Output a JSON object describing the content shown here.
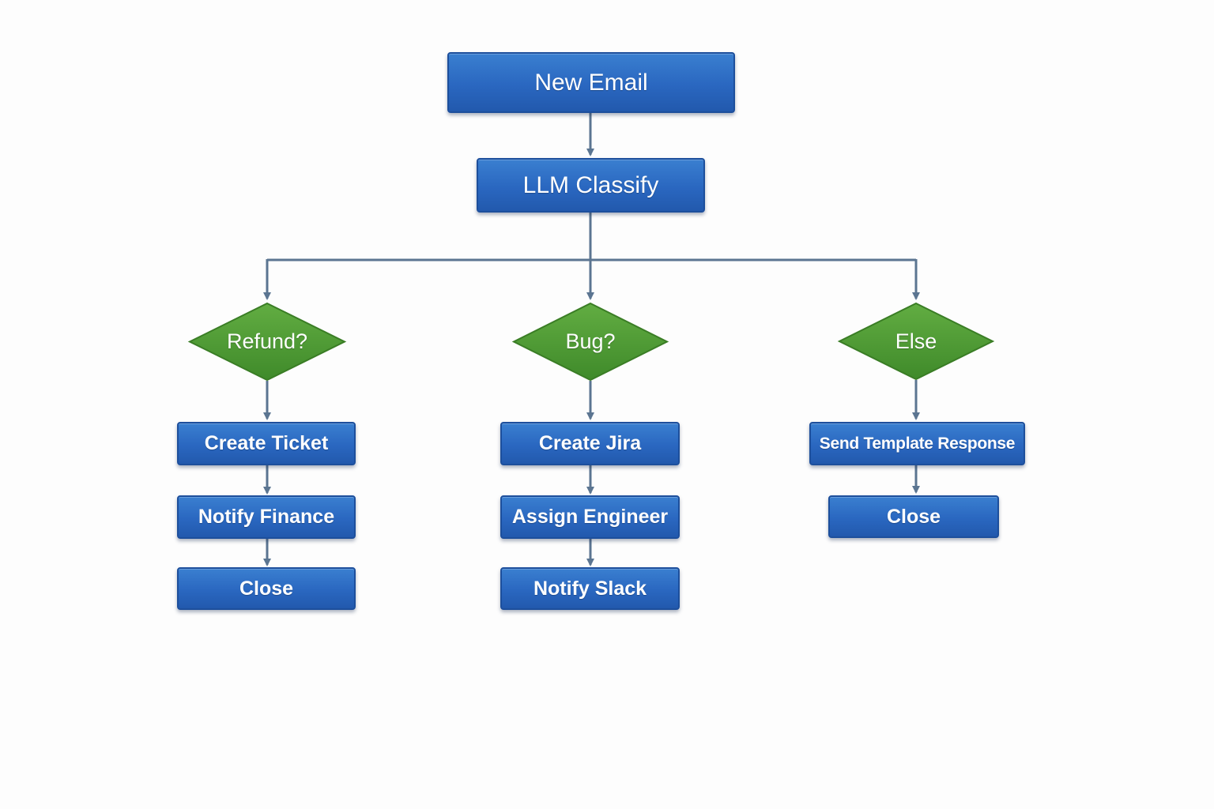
{
  "diagram": {
    "start": {
      "label": "New Email"
    },
    "classify": {
      "label": "LLM Classify"
    },
    "branches": [
      {
        "decision": "Refund?",
        "steps": [
          "Create Ticket",
          "Notify Finance",
          "Close"
        ]
      },
      {
        "decision": "Bug?",
        "steps": [
          "Create Jira",
          "Assign Engineer",
          "Notify Slack"
        ]
      },
      {
        "decision": "Else",
        "steps": [
          "Send Template Response",
          "Close"
        ]
      }
    ]
  },
  "colors": {
    "process_fill": "#2a67c0",
    "process_border": "#1d4f9c",
    "decision_fill": "#4e9a33",
    "decision_border": "#3a7d25",
    "connector": "#5b7591",
    "background": "#fdfdfd"
  }
}
